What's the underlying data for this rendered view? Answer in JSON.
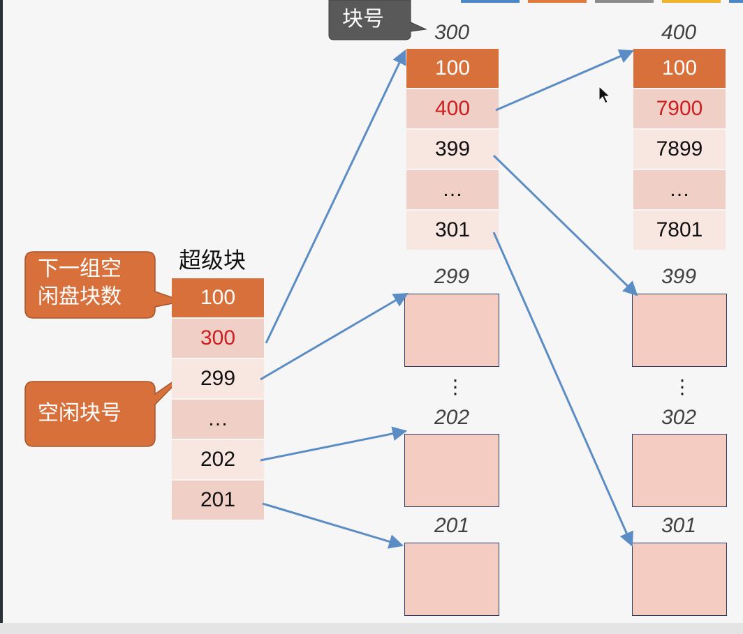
{
  "colors": {
    "header_cell": "#d8703c",
    "free_cell_light": "#f0cfc6",
    "free_cell_pale": "#f8e6e1",
    "red_text": "#cc1f1f",
    "arrow": "#5b8cc4",
    "callout": "#d8703c",
    "gray_callout": "#595959"
  },
  "callouts": {
    "block_number": "块号",
    "next_group_line1": "下一组空",
    "next_group_line2": "闲盘块数",
    "free_block_no": "空闲块号"
  },
  "superblock": {
    "title": "超级块",
    "cells": [
      "100",
      "300",
      "299",
      "…",
      "202",
      "201"
    ]
  },
  "column1": {
    "header": "300",
    "cells": [
      "100",
      "400",
      "399",
      "…",
      "301"
    ],
    "boxes": [
      "299",
      "202",
      "201"
    ],
    "dots": "⋮"
  },
  "column2": {
    "header": "400",
    "cells": [
      "100",
      "7900",
      "7899",
      "…",
      "7801"
    ],
    "boxes": [
      "399",
      "302",
      "301"
    ],
    "dots": "⋮"
  }
}
